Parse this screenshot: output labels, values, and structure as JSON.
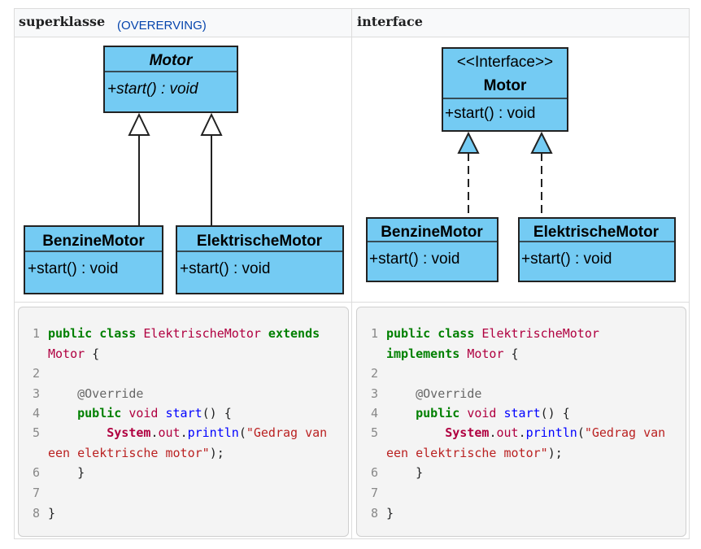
{
  "headers": {
    "left": "superklasse",
    "left_link": "(OVERERVING)",
    "right": "interface"
  },
  "left_diagram": {
    "parent": {
      "name": "Motor",
      "method": "+start() : void"
    },
    "children": [
      {
        "name": "BenzineMotor",
        "method": "+start() : void"
      },
      {
        "name": "ElektrischeMotor",
        "method": "+start() : void"
      }
    ]
  },
  "right_diagram": {
    "parent": {
      "stereotype": "<<Interface>>",
      "name": "Motor",
      "method": "+start() : void"
    },
    "children": [
      {
        "name": "BenzineMotor",
        "method": "+start() : void"
      },
      {
        "name": "ElektrischeMotor",
        "method": "+start() : void"
      }
    ]
  },
  "code_left": {
    "line_numbers": [
      "1",
      "2",
      "3",
      "4",
      "5",
      "6",
      "7",
      "8"
    ],
    "l1": {
      "kw1": "public class ",
      "cls": "ElektrischeMotor",
      "kw2": " extends"
    },
    "l1b": {
      "cls": "Motor",
      "pl": " {"
    },
    "l3": {
      "at": "@Override"
    },
    "l4": {
      "kw": "public ",
      "vd": "void",
      "sp": " ",
      "fn": "start",
      "pl": "() {"
    },
    "l5": {
      "tn": "System",
      "d1": ".",
      "f1": "out",
      "d2": ".",
      "f2": "println",
      "p1": "(",
      "str": "\"Gedrag van"
    },
    "l5b": {
      "str": "een elektrische motor\"",
      "pl": ");"
    },
    "l6": {
      "pl": "}"
    },
    "l8": {
      "pl": "}"
    }
  },
  "code_right": {
    "line_numbers": [
      "1",
      "2",
      "3",
      "4",
      "5",
      "6",
      "7",
      "8"
    ],
    "l1": {
      "kw1": "public class ",
      "cls": "ElektrischeMotor"
    },
    "l1b": {
      "kw": "implements ",
      "cls": "Motor",
      "pl": " {"
    },
    "l3": {
      "at": "@Override"
    },
    "l4": {
      "kw": "public ",
      "vd": "void",
      "sp": " ",
      "fn": "start",
      "pl": "() {"
    },
    "l5": {
      "tn": "System",
      "d1": ".",
      "f1": "out",
      "d2": ".",
      "f2": "println",
      "p1": "(",
      "str": "\"Gedrag van"
    },
    "l5b": {
      "str": "een elektrische motor\"",
      "pl": ");"
    },
    "l6": {
      "pl": "}"
    },
    "l8": {
      "pl": "}"
    }
  },
  "colors": {
    "uml_fill": "#74cbf3",
    "keyword": "#008000",
    "class": "#b00040",
    "function": "#0000ff",
    "string": "#ba2121",
    "link": "#0645ad"
  }
}
